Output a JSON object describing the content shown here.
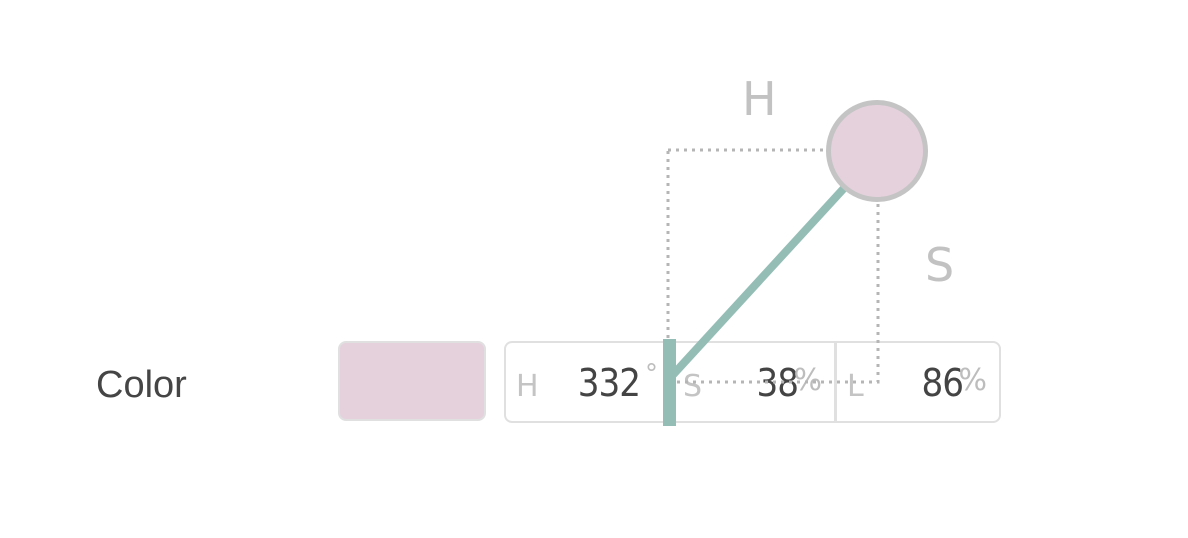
{
  "field_label": "Color",
  "color": {
    "hue": 332,
    "saturation": 38,
    "lightness": 86,
    "swatch_hex": "#e5d1dc"
  },
  "channels": [
    {
      "key": "h",
      "label": "H",
      "value": "332",
      "unit": "°"
    },
    {
      "key": "s",
      "label": "S",
      "value": "38",
      "unit": "%"
    },
    {
      "key": "l",
      "label": "L",
      "value": "86",
      "unit": "%"
    }
  ],
  "picker": {
    "hue_axis_label": "H",
    "saturation_axis_label": "S",
    "handle_color": "#e5d1dc",
    "stem_color": "#94bdb5",
    "guide_color": "#b5b5b5"
  }
}
